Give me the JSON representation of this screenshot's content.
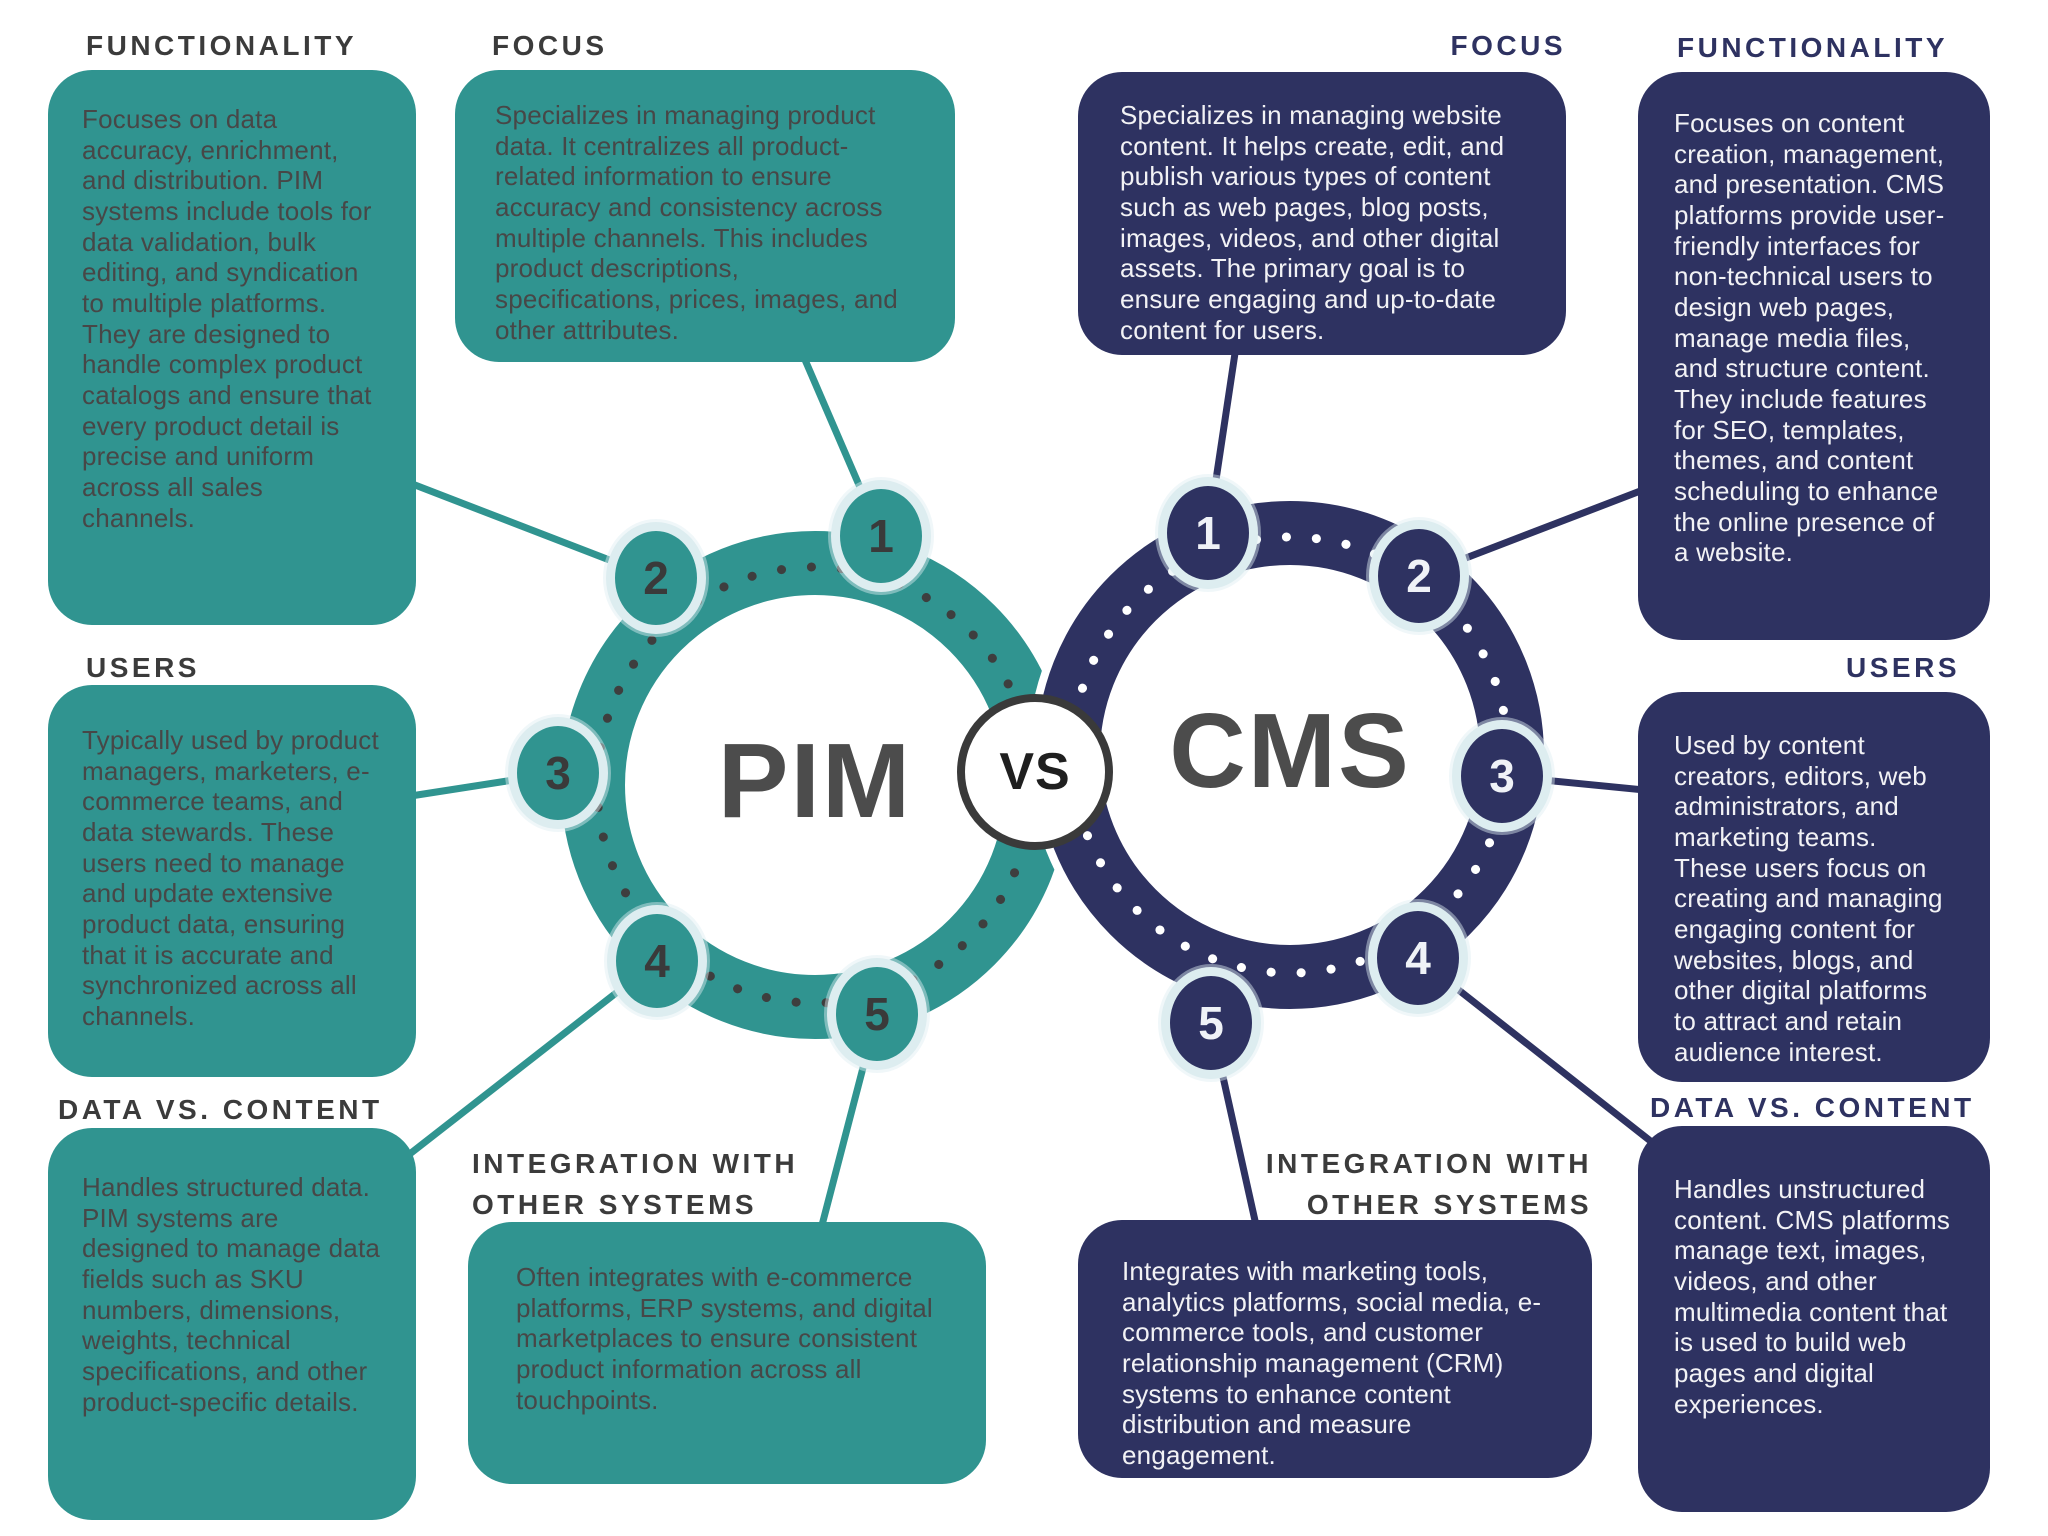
{
  "center": {
    "left_label": "PIM",
    "vs_label": "VS",
    "right_label": "CMS"
  },
  "colors": {
    "teal": "#309490",
    "navy": "#2E3261",
    "node_border": "#DDEDF0",
    "left_text": "#474747",
    "right_text": "#F2F2F5",
    "heading_gray": "#3B3B3B"
  },
  "pim": {
    "name": "PIM",
    "nodes": [
      "1",
      "2",
      "3",
      "4",
      "5"
    ],
    "sections": {
      "functionality": {
        "heading": "FUNCTIONALITY",
        "body": "Focuses on data accuracy, enrichment, and distribution. PIM systems include tools for data validation, bulk editing, and syndication to multiple platforms. They are designed to handle complex product catalogs and ensure that every product detail is precise and uniform across all sales channels."
      },
      "focus": {
        "heading": "FOCUS",
        "body": "Specializes in managing product data. It centralizes all product-related information to ensure accuracy and consistency across multiple channels. This includes product descriptions, specifications, prices, images, and other attributes."
      },
      "users": {
        "heading": "USERS",
        "body": "Typically used by product managers, marketers, e-commerce teams, and data stewards. These users need to manage and update extensive product data, ensuring that it is accurate and synchronized across all channels."
      },
      "data_vs_content": {
        "heading": "DATA VS. CONTENT",
        "body": "Handles structured data. PIM systems are designed to manage data fields such as SKU numbers, dimensions, weights, technical specifications, and other product-specific details."
      },
      "integration": {
        "heading": "INTEGRATION WITH OTHER SYSTEMS",
        "body": "Often integrates with e-commerce platforms, ERP systems, and digital marketplaces to ensure consistent product information across all touchpoints."
      }
    }
  },
  "cms": {
    "name": "CMS",
    "nodes": [
      "1",
      "2",
      "3",
      "4",
      "5"
    ],
    "sections": {
      "focus": {
        "heading": "FOCUS",
        "body": "Specializes in managing website content. It helps create, edit, and publish various types of content such as web pages, blog posts, images, videos, and other digital assets. The primary goal is to ensure engaging and up-to-date content for users."
      },
      "functionality": {
        "heading": "FUNCTIONALITY",
        "body": "Focuses on content creation, management, and presentation. CMS platforms provide user-friendly interfaces for non-technical users to design web pages, manage media files, and structure content. They include features for SEO, templates, themes, and content scheduling to enhance the online presence of a website."
      },
      "users": {
        "heading": "USERS",
        "body": "Used by content creators, editors, web administrators, and marketing teams. These users focus on creating and managing engaging content for websites, blogs, and other digital platforms to attract and retain audience interest."
      },
      "data_vs_content": {
        "heading": "DATA VS. CONTENT",
        "body": "Handles unstructured content. CMS platforms manage text, images, videos, and other multimedia content that is used to build web pages and digital experiences."
      },
      "integration": {
        "heading": "INTEGRATION WITH OTHER SYSTEMS",
        "body": "Integrates with marketing tools, analytics platforms, social media, e-commerce tools, and customer relationship management (CRM) systems to enhance content distribution and measure engagement."
      }
    }
  }
}
